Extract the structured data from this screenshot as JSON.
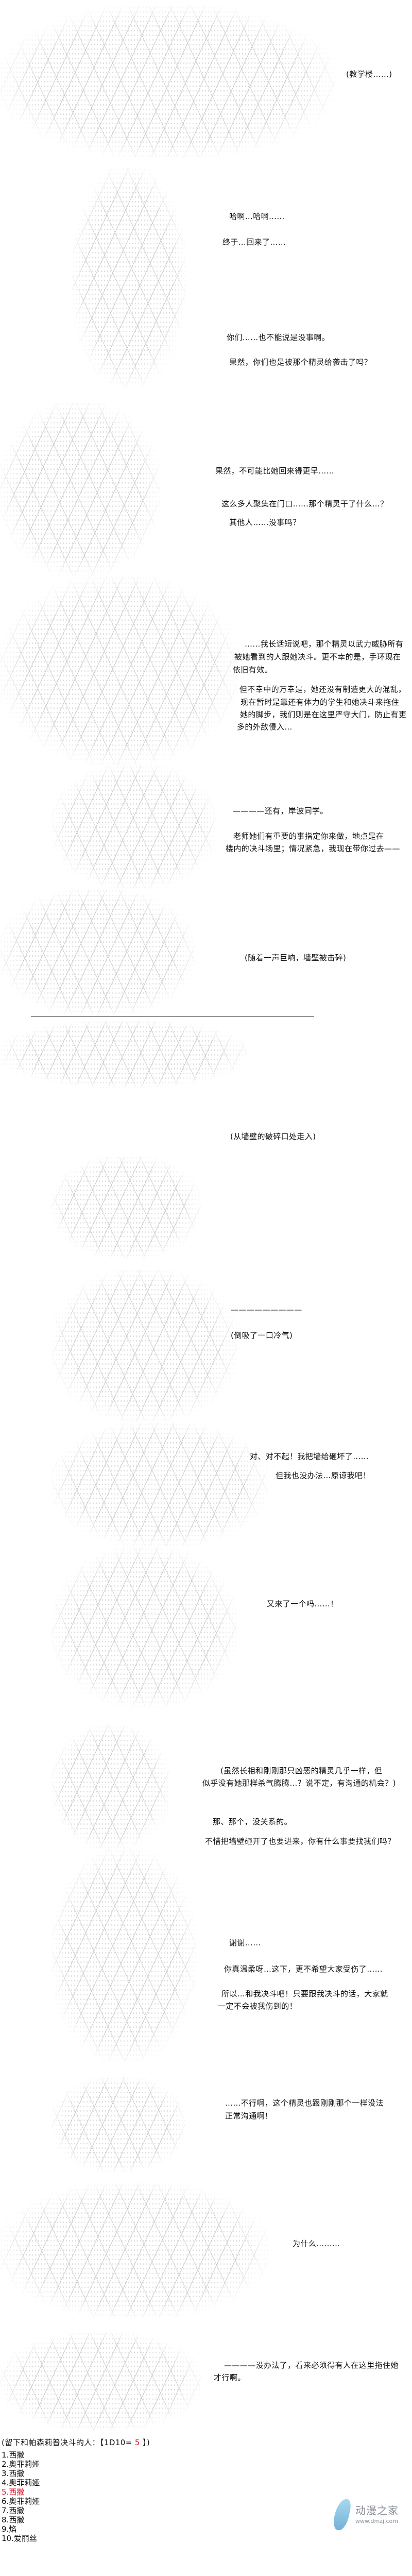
{
  "dialogue": [
    "(教学楼……)",
    "哈啊…哈啊……",
    "终于…回来了……",
    "你们……也不能说是没事啊。",
    "果然，你们也是被那个精灵给袭击了吗？",
    "果然，不可能比她回来得更早……",
    "这么多人聚集在门口……那个精灵干了什么…？",
    "其他人……没事吗？",
    "……我长话短说吧，那个精灵以武力威胁所有",
    "被她看到的人跟她决斗。更不幸的是，手环现在",
    "依旧有效。",
    "但不幸中的万幸是，她还没有制造更大的混乱，",
    "现在暂时是靠还有体力的学生和她决斗来拖住",
    "她的脚步，我们则是在这里严守大门，防止有更",
    "多的外敌侵入…",
    "————还有，岸波同学。",
    "老师她们有重要的事指定你来做，地点是在",
    "楼内的决斗场里；情况紧急，我现在带你过去——",
    "(随着一声巨响，墙壁被击碎)",
    "(从墙壁的破碎口处走入)",
    "—————————",
    "(倒吸了一口冷气)",
    "对、对不起！我把墙给砸坏了……",
    "但我也没办法…原谅我吧！",
    "又来了一个吗……！",
    "(虽然长相和刚刚那只凶恶的精灵几乎一样，但",
    "似乎没有她那样杀气腾腾…？说不定，有沟通的机会？)",
    "那、那个，没关系的。",
    "不惜把墙壁砸开了也要进来，你有什么事要找我们吗？",
    "谢谢……",
    "你真温柔呀…这下，更不希望大家受伤了……",
    "所以…和我决斗吧！只要跟我决斗的话，大家就",
    "一定不会被我伤到的！",
    "……不行啊，这个精灵也跟刚刚那个一样没法",
    "正常沟通啊！",
    "为什么………",
    "————没办法了，看来必须得有人在这里拖住她",
    "才行啊。"
  ],
  "dice": {
    "caption_prefix": "(留下和帕森莉普决斗的人：【1D10= ",
    "result": "5",
    "caption_suffix": " 】)",
    "highlight_color": "#e0102a",
    "options": [
      "1.西撒",
      "2.奥菲莉娅",
      "3.西撒",
      "4.奥菲莉娅",
      "5.西撒",
      "6.奥菲莉娅",
      "7.西撒",
      "8.西撒",
      "9.焰",
      "10.爱丽丝"
    ],
    "selected_index": 4
  },
  "watermark": {
    "name": "动漫之家",
    "url": "www.dmzj.com"
  }
}
